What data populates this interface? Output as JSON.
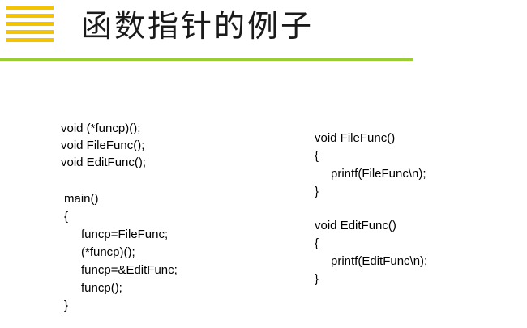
{
  "colors": {
    "logo": "#f5c400",
    "rule": "#9acd32",
    "title": "#1a1a1a"
  },
  "logo": {
    "icon": "yellow-bars-logo-icon"
  },
  "header": {
    "title": "函数指针的例子"
  },
  "code_left": {
    "lines": [
      "void (*funcp)();",
      "void FileFunc();",
      "void EditFunc();",
      "main()",
      "{",
      "funcp=FileFunc;",
      "(*funcp)();",
      "funcp=&EditFunc;",
      "funcp();",
      "}"
    ]
  },
  "code_right": {
    "lines": [
      "void FileFunc()",
      "{",
      "printf(FileFunc\\n);",
      "}",
      "void EditFunc()",
      "{",
      "printf(EditFunc\\n);",
      "}"
    ]
  }
}
